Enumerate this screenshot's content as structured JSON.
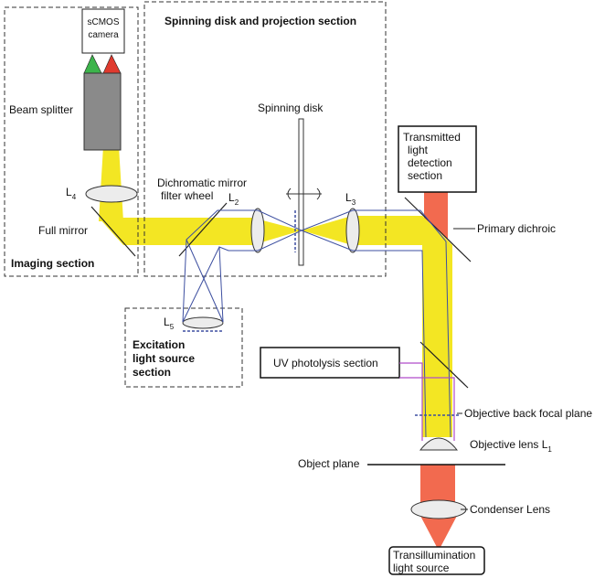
{
  "sections": {
    "imaging": "Imaging section",
    "spinning": "Spinning disk and projection section",
    "excitation": [
      "Excitation",
      "light source",
      "section"
    ],
    "uv": "UV photolysis section",
    "transmitted": [
      "Transmitted",
      "light",
      "detection",
      "section"
    ],
    "transillumination": [
      "Transillumination",
      "light source"
    ]
  },
  "labels": {
    "camera": [
      "sCMOS",
      "camera"
    ],
    "beam_splitter": "Beam splitter",
    "full_mirror": "Full mirror",
    "dichromatic": [
      "Dichromatic mirror",
      "filter wheel"
    ],
    "spinning_disk": "Spinning disk",
    "primary_dichroic": "Primary dichroic",
    "back_focal_plane": "Objective back focal plane",
    "objective_lens": "Objective lens L",
    "objective_lens_sub": "1",
    "object_plane": "Object plane",
    "condenser_lens": "Condenser Lens"
  },
  "lenses": {
    "L": "L",
    "L1": "1",
    "L2": "2",
    "L3": "3",
    "L4": "4",
    "L5": "5"
  },
  "colors": {
    "beam_yellow": "#f3e623",
    "beam_orange": "#f26a4f",
    "camera_body": "#8a8a8a",
    "green_channel": "#3cb44b",
    "red_channel": "#e03a2e",
    "ray_blue": "#3d4fa0",
    "uv_magenta": "#b04cc9"
  }
}
